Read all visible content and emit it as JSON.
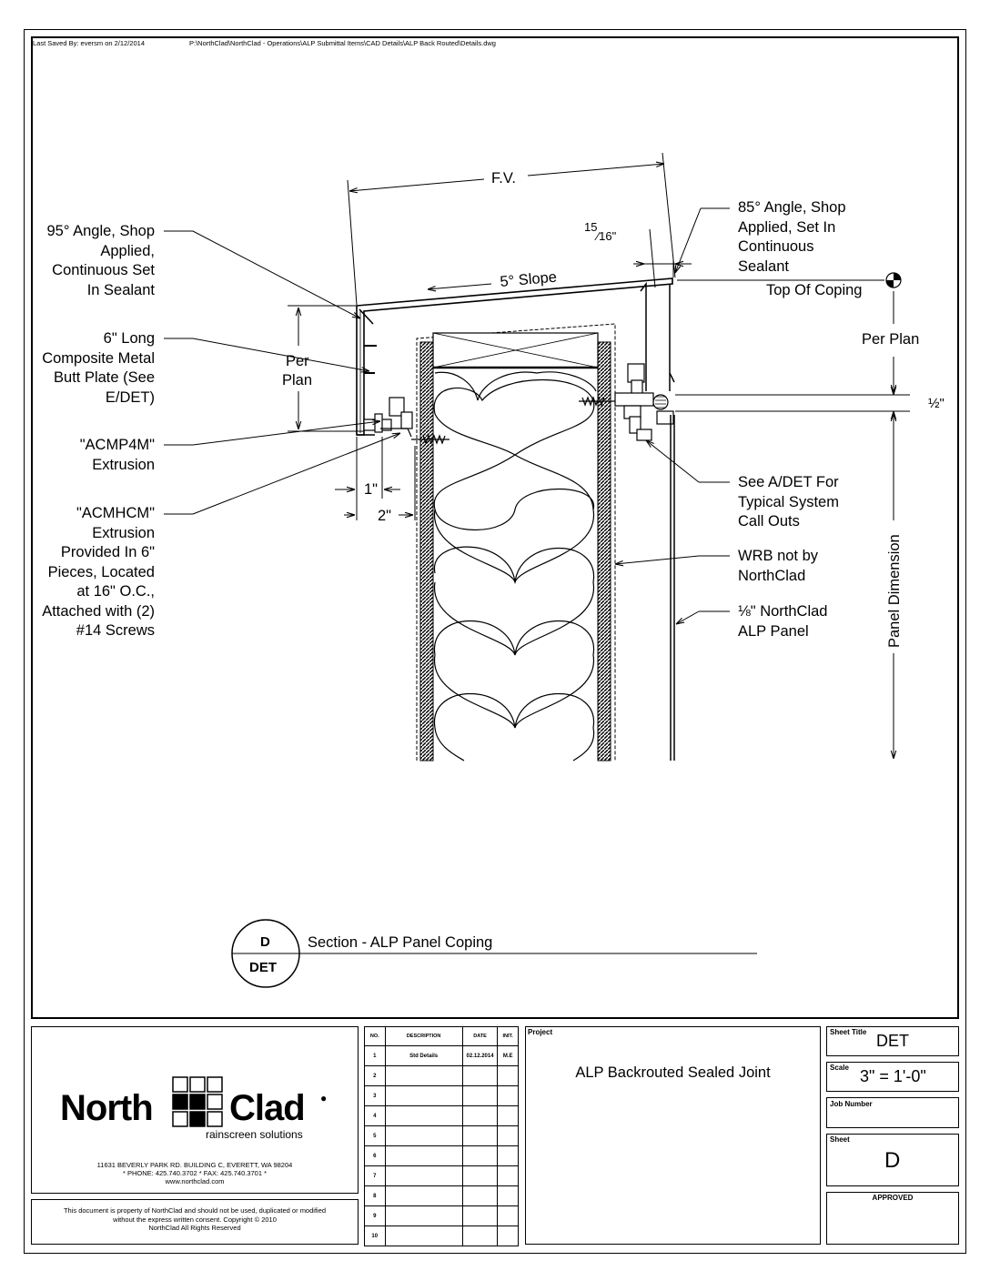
{
  "header": {
    "saved_by": "Last Saved By: eversm on 2/12/2014",
    "path": "P:\\NorthClad\\NorthClad - Operations\\ALP Submittal Items\\CAD Details\\ALP Back Routed\\Details.dwg"
  },
  "callouts": {
    "fv": "F.V.",
    "slope": "5° Slope",
    "fifteen_sixteenths": "15⁄16\"",
    "per_plan_left": [
      "Per",
      "Plan"
    ],
    "per_plan_right": "Per Plan",
    "top_of_coping": "Top Of Coping",
    "half_inch": "½\"",
    "one_inch": "1\"",
    "two_inch": "2\"",
    "panel_dimension": "Panel Dimension",
    "angle_95": [
      "95° Angle, Shop",
      "Applied,",
      "Continuous Set",
      "In Sealant"
    ],
    "butt_plate": [
      "6\" Long",
      "Composite Metal",
      "Butt Plate (See",
      "E/DET)"
    ],
    "acmp4m": [
      "\"ACMP4M\"",
      "Extrusion"
    ],
    "acmhcm": [
      "\"ACMHCM\"",
      "Extrusion",
      "Provided In 6\"",
      "Pieces, Located",
      "at 16\" O.C.,",
      "Attached with (2)",
      "#14 Screws"
    ],
    "angle_85": [
      "85° Angle, Shop",
      "Applied,  Set In",
      "Continuous",
      "Sealant"
    ],
    "see_adet": [
      "See A/DET For",
      "Typical System",
      "Call Outs"
    ],
    "wrb": [
      "WRB not by",
      "NorthClad"
    ],
    "alp_panel": [
      "⅛\" NorthClad",
      "ALP Panel"
    ]
  },
  "section": {
    "letter": "D",
    "sheet": "DET",
    "title": "Section - ALP Panel Coping"
  },
  "title_block": {
    "logo_left": "North",
    "logo_right": "Clad",
    "logo_tagline": "rainscreen solutions",
    "address": "11631 BEVERLY PARK RD. BUILDING C, EVERETT, WA 98204",
    "phone": "* PHONE: 425.740.3702 * FAX: 425.740.3701 *",
    "web": "www.northclad.com",
    "disclaimer": [
      "This document is property of NorthClad and should not be used, duplicated or modified",
      "without the express written consent.  Copyright  © 2010",
      "NorthClad All Rights Reserved"
    ],
    "rev_headers": [
      "NO.",
      "DESCRIPTION",
      "DATE",
      "INIT."
    ],
    "rev_rows": [
      [
        "1",
        "Std Details",
        "02.12.2014",
        "M.E"
      ],
      [
        "2",
        "",
        "",
        ""
      ],
      [
        "3",
        "",
        "",
        ""
      ],
      [
        "4",
        "",
        "",
        ""
      ],
      [
        "5",
        "",
        "",
        ""
      ],
      [
        "6",
        "",
        "",
        ""
      ],
      [
        "7",
        "",
        "",
        ""
      ],
      [
        "8",
        "",
        "",
        ""
      ],
      [
        "9",
        "",
        "",
        ""
      ],
      [
        "10",
        "",
        "",
        ""
      ]
    ],
    "project_label": "Project",
    "project_name": "ALP Backrouted Sealed Joint",
    "sheet_title_label": "Sheet Title",
    "sheet_title": "DET",
    "scale_label": "Scale",
    "scale": "3\" = 1'-0\"",
    "job_number_label": "Job Number",
    "job_number": "",
    "sheet_label": "Sheet",
    "sheet": "D",
    "approved_label": "APPROVED"
  }
}
